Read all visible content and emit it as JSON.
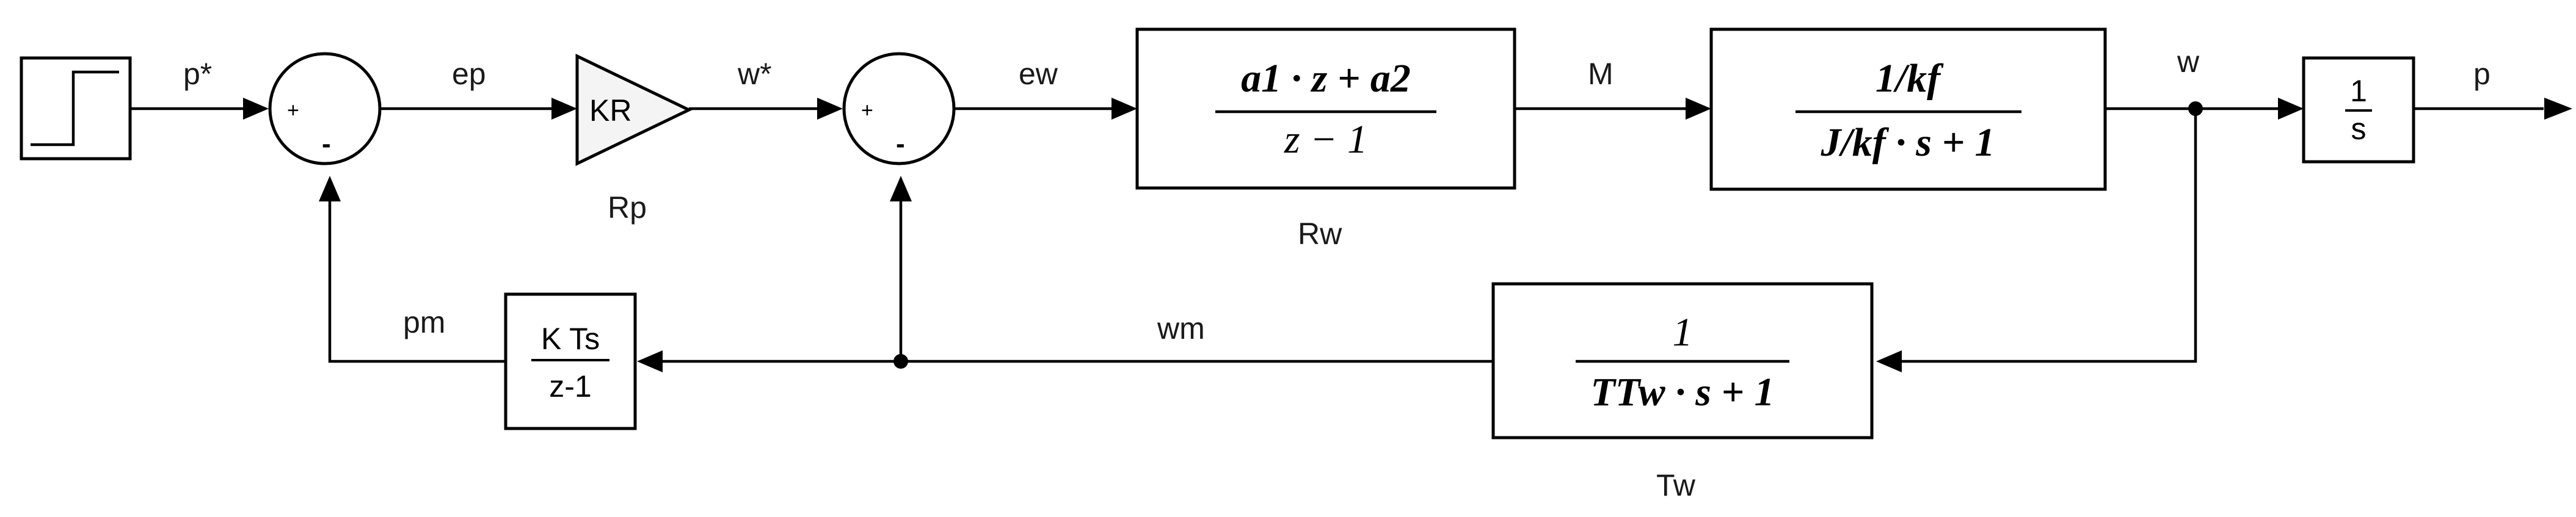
{
  "diagram": {
    "blocks": {
      "step": {
        "label": ""
      },
      "sum1": {
        "plus": "+",
        "minus": "-"
      },
      "gain_rp": {
        "text": "KR",
        "name": "Rp"
      },
      "sum2": {
        "plus": "+",
        "minus": "-"
      },
      "rw": {
        "num": "a1 · z + a2",
        "den": "z − 1",
        "name": "Rw"
      },
      "plant": {
        "num": "1/kf",
        "den": "J/kf · s + 1"
      },
      "integrator": {
        "num": "1",
        "den": "s"
      },
      "pos_filter": {
        "num": "K Ts",
        "den": "z-1"
      },
      "tw": {
        "num": "1",
        "den": "TTw · s + 1",
        "name": "Tw"
      }
    },
    "signals": {
      "p_star": "p*",
      "ep": "ep",
      "w_star": "w*",
      "ew": "ew",
      "M": "M",
      "w": "w",
      "p": "p",
      "pm": "pm",
      "wm": "wm"
    }
  }
}
